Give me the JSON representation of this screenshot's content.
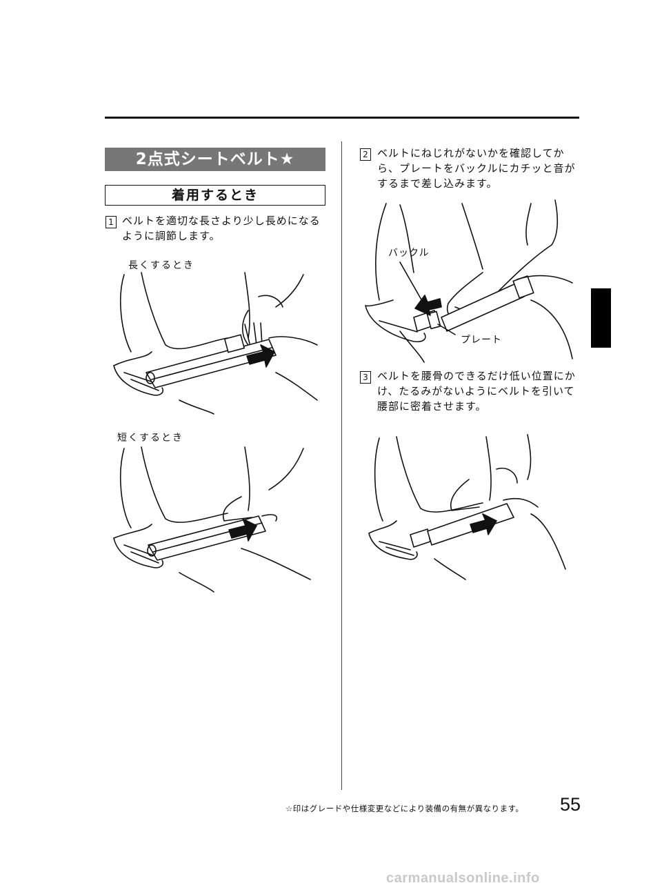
{
  "section_title": "2点式シートベルト★",
  "subsection_title": "着用するとき",
  "steps": [
    {
      "number": "1",
      "lines": [
        "ベルトを適切な長さより少し長めになる",
        "ように調節します。"
      ]
    },
    {
      "number": "2",
      "lines": [
        "ベルトにねじれがないかを確認してか",
        "ら、プレートをバックルにカチッと音が",
        "するまで差し込みます。"
      ]
    },
    {
      "number": "3",
      "lines": [
        "ベルトを腰骨のできるだけ低い位置にか",
        "け、たるみがないようにベルトを引いて",
        "腰部に密着させます。"
      ]
    }
  ],
  "figure_captions": {
    "lengthen": "長くするとき",
    "shorten": "短くするとき"
  },
  "figure_labels": {
    "buckle": "バックル",
    "plate": "プレート"
  },
  "footer_note": "☆印はグレードや仕様変更などにより装備の有無が異なります。",
  "page_number": "55",
  "watermark": "carmanualsonline.info",
  "icons": [
    "arrow-icon"
  ]
}
